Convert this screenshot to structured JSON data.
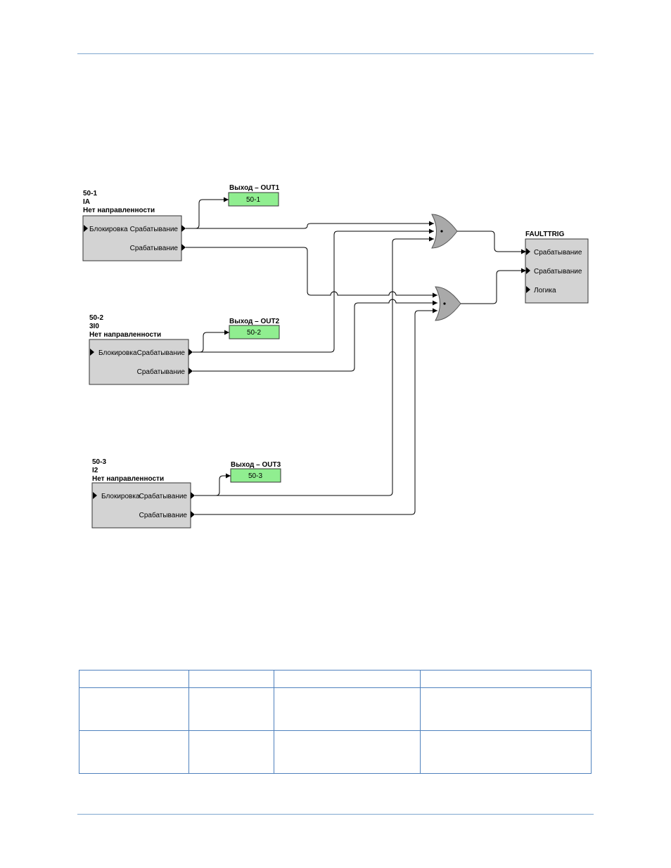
{
  "blocks": {
    "b1": {
      "name": "50-1",
      "source": "IA",
      "mode": "Нет направленности",
      "in_label": "Блокировка",
      "out1": "Срабатывание",
      "out2": "Срабатывание"
    },
    "b2": {
      "name": "50-2",
      "source": "3I0",
      "mode": "Нет направленности",
      "in_label": "Блокировка",
      "out1": "Срабатывание",
      "out2": "Срабатывание"
    },
    "b3": {
      "name": "50-3",
      "source": "I2",
      "mode": "Нет направленности",
      "in_label": "Блокировка",
      "out1": "Срабатывание",
      "out2": "Срабатывание"
    }
  },
  "outputs": {
    "o1": {
      "title": "Выход – OUT1",
      "value": "50-1"
    },
    "o2": {
      "title": "Выход – OUT2",
      "value": "50-2"
    },
    "o3": {
      "title": "Выход – OUT3",
      "value": "50-3"
    }
  },
  "faulttrig": {
    "title": "FAULTTRIG",
    "in1": "Срабатывание",
    "in2": "Срабатывание",
    "in3": "Логика"
  },
  "colors": {
    "block_fill": "#d3d3d3",
    "output_fill": "#90ee90",
    "gate_fill": "#a9a9a9",
    "rule": "#7fa7cf",
    "table_border": "#4f81bd"
  }
}
